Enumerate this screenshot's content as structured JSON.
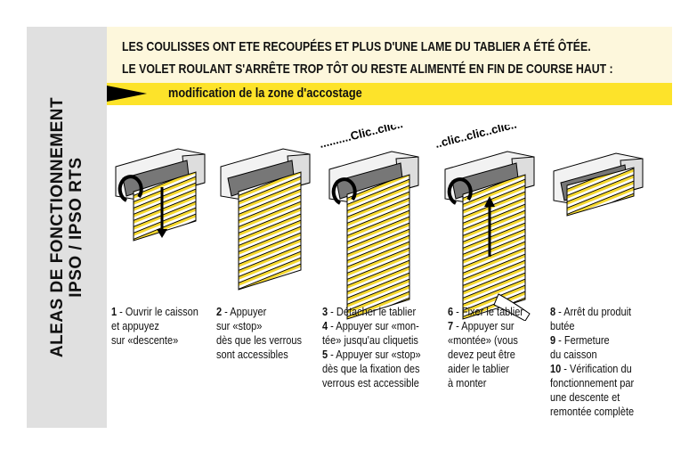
{
  "sidebar": {
    "line1": "ALEAS DE FONCTIONNEMENT",
    "line2": "IPSO / IPSO RTS"
  },
  "header": {
    "line1": "LES COULISSES ONT ETE RECOUPÉES ET PLUS D'UNE LAME DU TABLIER A ÉTÉ ÔTÉE.",
    "line2": "LE VOLET ROULANT S'ARRÊTE TROP TÔT OU RESTE ALIMENTÉ EN FIN DE COURSE HAUT :",
    "subtitle": "modification de la zone d'accostage"
  },
  "illustrations": {
    "clic1": "..........Clic..clic..",
    "clic2": "..clic..clic..clic.."
  },
  "colors": {
    "yellow": "#fde32a",
    "cream": "#fdf7dc",
    "gray": "#e0e0e0"
  },
  "steps": [
    {
      "n": "1",
      "text": [
        " - Ouvrir le caisson",
        "et appuyez",
        "sur «descente»"
      ]
    },
    {
      "n": "2",
      "text": [
        " - Appuyer",
        "sur «stop»",
        "dès que les verrous",
        "sont accessibles"
      ]
    },
    {
      "n": "3",
      "text": [
        " - Détacher le tablier"
      ]
    },
    {
      "n": "4",
      "text": [
        " - Appuyer sur «mon-",
        "tée» jusqu'au cliquetis"
      ]
    },
    {
      "n": "5",
      "text": [
        " - Appuyer sur «stop»",
        "dès que la fixation des",
        "verrous est accessible"
      ]
    },
    {
      "n": "6",
      "text": [
        " - Fixer le tablier"
      ]
    },
    {
      "n": "7",
      "text": [
        " - Appuyer sur",
        "«montée» (vous",
        "devez peut être",
        "aider le tablier",
        "à monter"
      ]
    },
    {
      "n": "8",
      "text": [
        " - Arrêt du produit",
        "butée"
      ]
    },
    {
      "n": "9",
      "text": [
        " - Fermeture",
        "du caisson"
      ]
    },
    {
      "n": "10",
      "text": [
        " - Vérification du",
        "fonctionnement par",
        "une descente et",
        "remontée complète"
      ]
    }
  ]
}
